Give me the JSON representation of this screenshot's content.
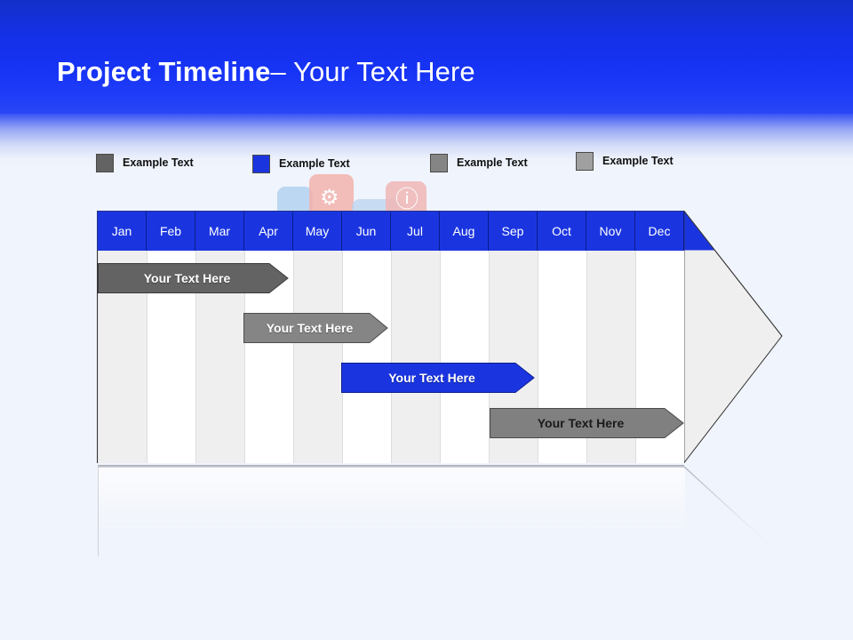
{
  "slide": {
    "title_bold": "Project Timeline",
    "title_light": "– Your Text Here",
    "background_color": "#f0f4fc",
    "header_color": "#1733f5"
  },
  "legend": {
    "items": [
      {
        "label": "Example Text",
        "color": "#636363"
      },
      {
        "label": "Example Text",
        "color": "#1a35e0"
      },
      {
        "label": "Example Text",
        "color": "#858585"
      },
      {
        "label": "Example Text",
        "color": "#a0a0a0"
      }
    ]
  },
  "chart_data": {
    "type": "bar",
    "title": "Project Timeline – Your Text Here",
    "xlabel": "",
    "ylabel": "",
    "orientation": "horizontal",
    "categories": [
      "Jan",
      "Feb",
      "Mar",
      "Apr",
      "May",
      "Jun",
      "Jul",
      "Aug",
      "Sep",
      "Oct",
      "Nov",
      "Dec"
    ],
    "header_fill": "#1a35e0",
    "header_text_color": "#ffffff",
    "column_fills": [
      "#efefef",
      "#ffffff"
    ],
    "series": [
      {
        "name": "Your  Text Here",
        "label": "Your  Text Here",
        "color": "#636363",
        "text_color": "#ffffff",
        "start_month": "Jan",
        "end_month": "Apr",
        "start_index": 0,
        "span": 4
      },
      {
        "name": "Your  Text Here",
        "label": "Your  Text Here",
        "color": "#858585",
        "text_color": "#ffffff",
        "start_month": "Apr",
        "end_month": "Jun",
        "start_index": 3,
        "span": 3
      },
      {
        "name": "Your  Text Here",
        "label": "Your  Text Here",
        "color": "#1a35e0",
        "text_color": "#ffffff",
        "start_month": "Jun",
        "end_month": "Sep",
        "start_index": 5,
        "span": 4
      },
      {
        "name": "Your  Text Here",
        "label": "Your  Text Here",
        "color": "#808080",
        "text_color": "#1a1a1a",
        "start_month": "Sep",
        "end_month": "Dec",
        "start_index": 8,
        "span": 4
      }
    ]
  },
  "watermark": {
    "gear_glyph": "⚙",
    "info_glyph": "ⓘ"
  }
}
